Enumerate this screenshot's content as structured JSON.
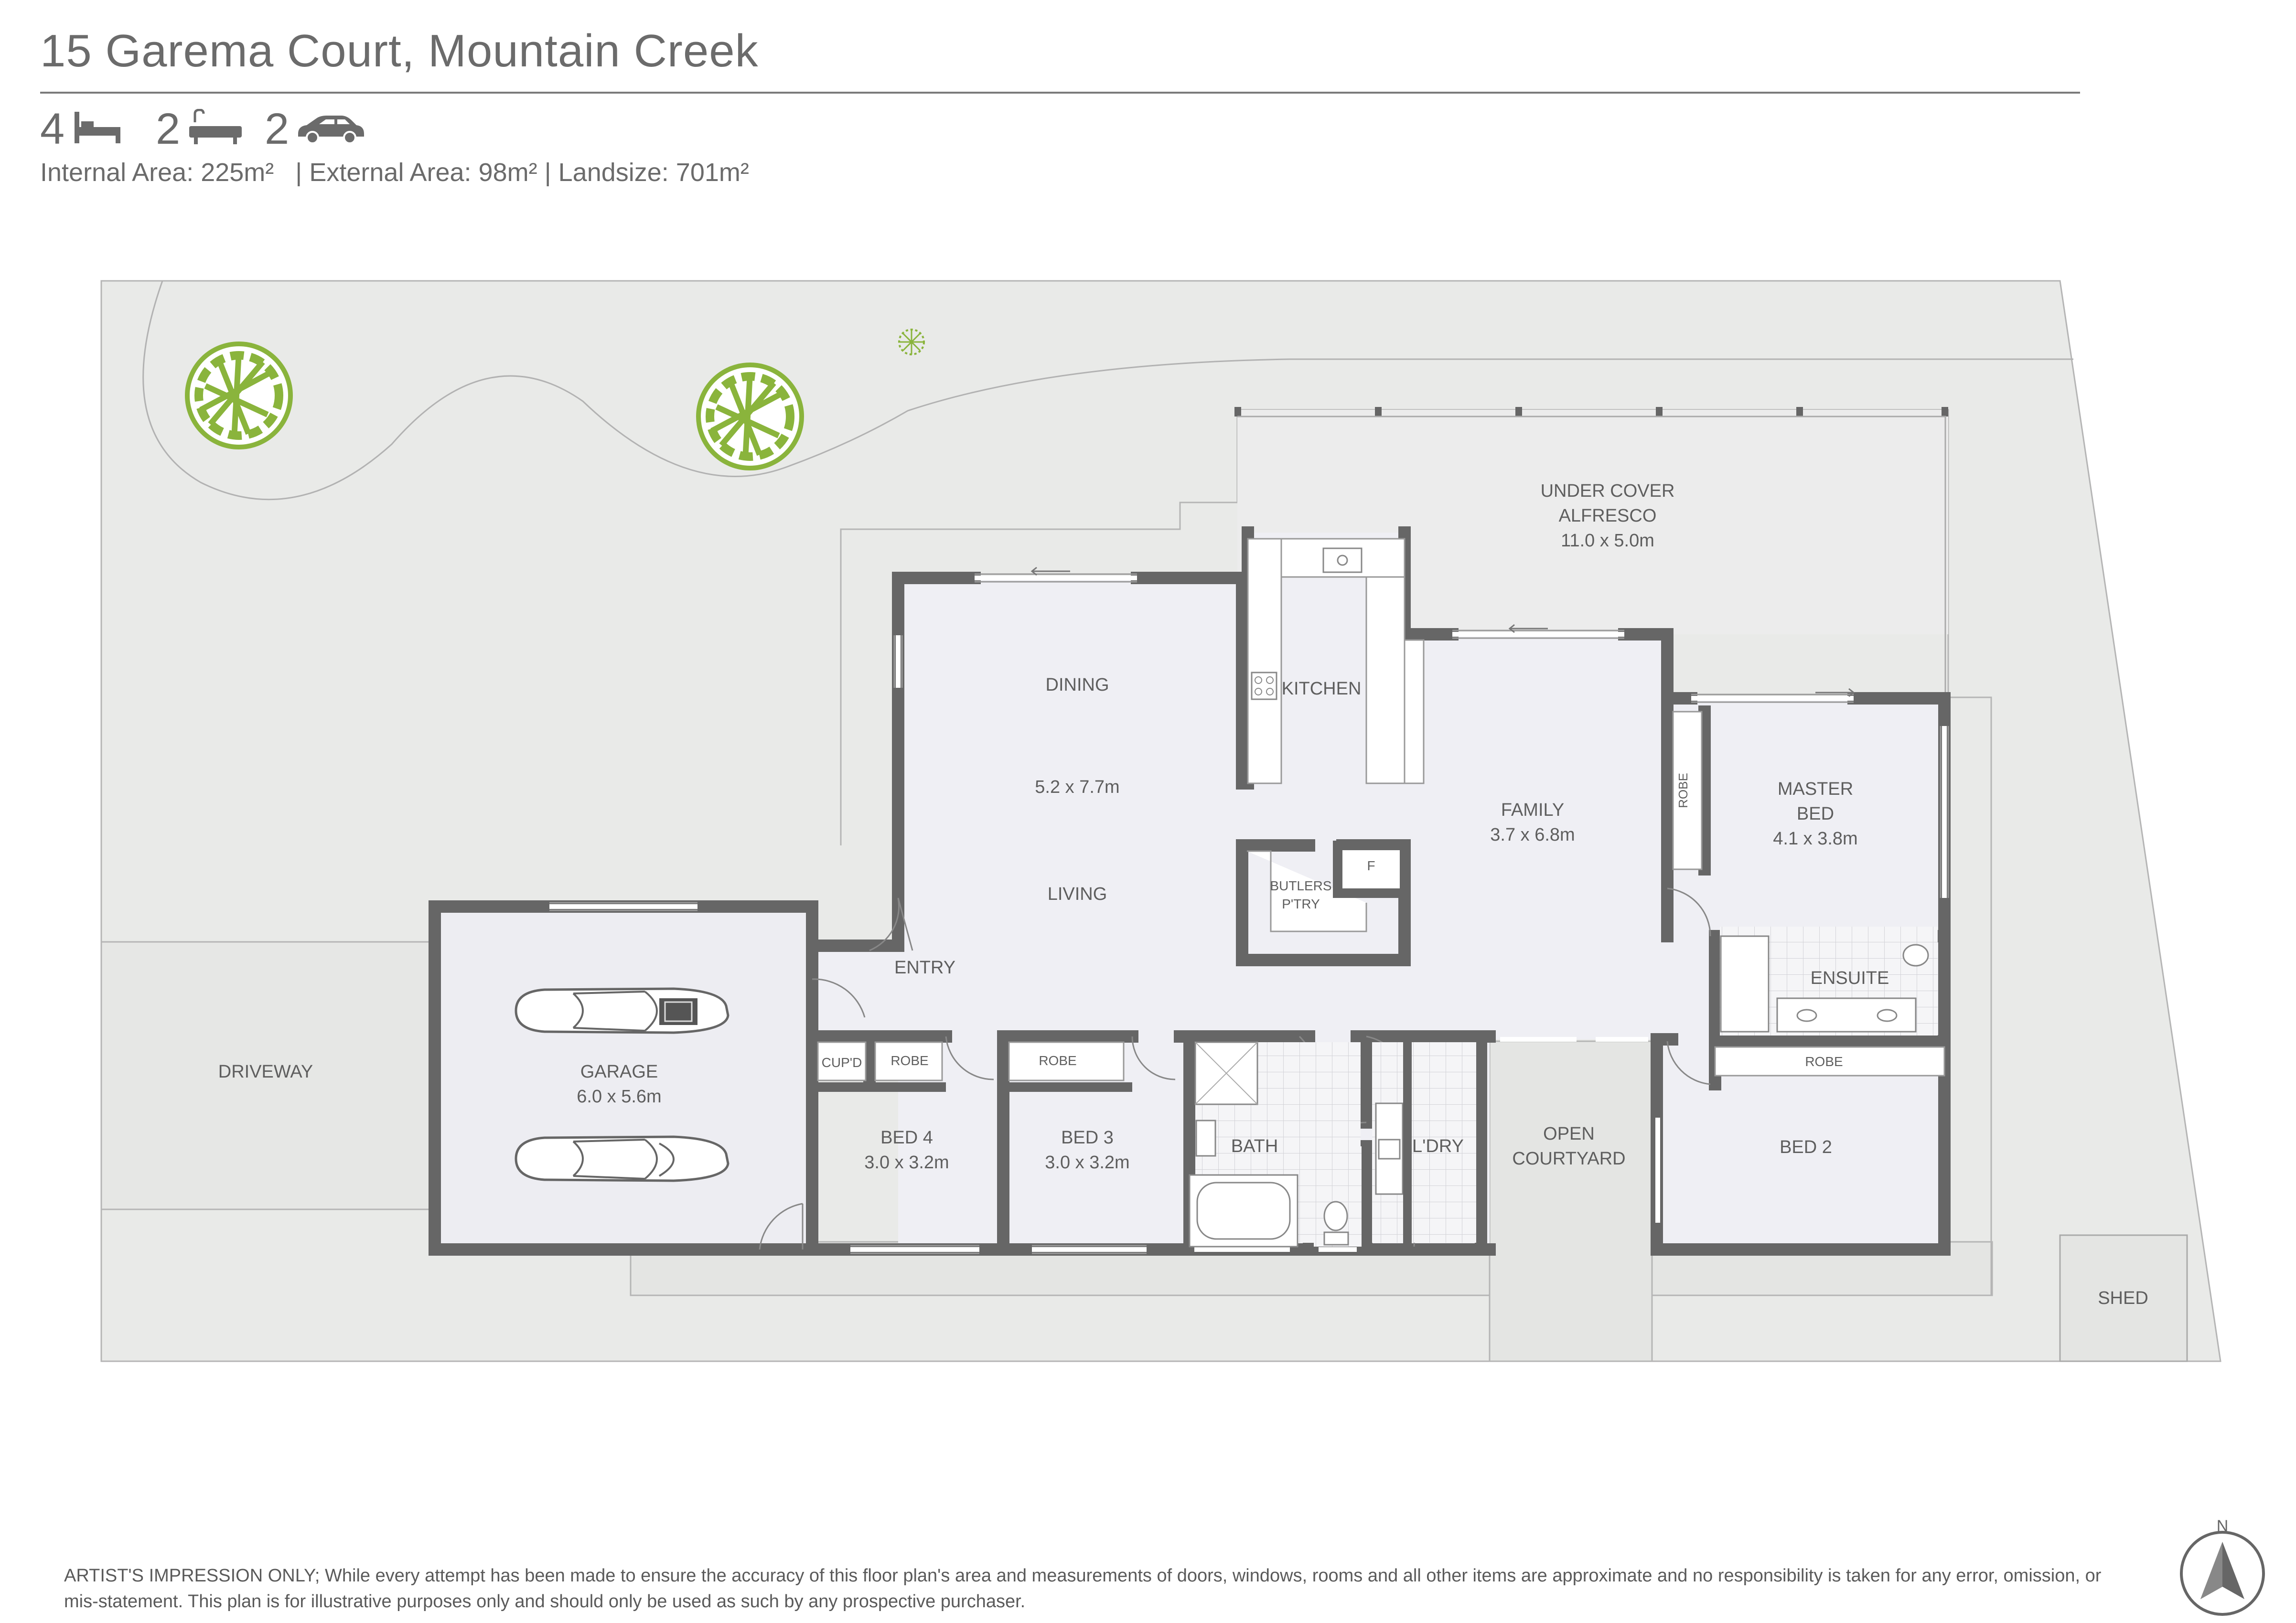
{
  "header": {
    "title": "15 Garema Court, Mountain Creek",
    "bedrooms": "4",
    "bathrooms": "2",
    "car_spaces": "2",
    "internal_area": "Internal Area: 225m²",
    "separator_1": "|",
    "external_area": "External Area: 98m²",
    "separator_2": "|",
    "land_size": "Landsize: 701m²"
  },
  "icons": {
    "bed": "bed-icon",
    "bath": "bath-icon",
    "car": "car-icon",
    "compass": "north-arrow-icon"
  },
  "colors": {
    "site": "#e9eae8",
    "interior": "#efeff4",
    "wall": "#666666",
    "outline": "#aaaaaa",
    "tree": "#8ab43c",
    "text": "#5e5e5e"
  },
  "rooms": {
    "alfresco": {
      "name_1": "UNDER COVER",
      "name_2": "ALFRESCO",
      "size": "11.0 x 5.0m"
    },
    "dining": {
      "name": "DINING",
      "size": "5.2 x 7.7m"
    },
    "living": {
      "name": "LIVING"
    },
    "kitchen": {
      "name": "KITCHEN"
    },
    "butlers": {
      "name_1": "BUTLERS",
      "name_2": "P'TRY"
    },
    "fridge": {
      "name": "F"
    },
    "family": {
      "name": "FAMILY",
      "size": "3.7 x 6.8m"
    },
    "master": {
      "name_1": "MASTER",
      "name_2": "BED",
      "size": "4.1 x 3.8m"
    },
    "master_robe": {
      "name": "ROBE"
    },
    "ensuite": {
      "name": "ENSUITE"
    },
    "entry": {
      "name": "ENTRY"
    },
    "garage": {
      "name": "GARAGE",
      "size": "6.0 x 5.6m"
    },
    "driveway": {
      "name": "DRIVEWAY"
    },
    "cupboard": {
      "name": "CUP'D"
    },
    "bed4_robe": {
      "name": "ROBE"
    },
    "bed4": {
      "name": "BED 4",
      "size": "3.0 x 3.2m"
    },
    "bed3_robe": {
      "name": "ROBE"
    },
    "bed3": {
      "name": "BED 3",
      "size": "3.0 x 3.2m"
    },
    "bath": {
      "name": "BATH"
    },
    "laundry": {
      "name": "L'DRY"
    },
    "courtyard": {
      "name_1": "OPEN",
      "name_2": "COURTYARD"
    },
    "bed2_robe": {
      "name": "ROBE"
    },
    "bed2": {
      "name": "BED 2"
    },
    "shed": {
      "name": "SHED"
    }
  },
  "compass_label": "N",
  "disclaimer": "ARTIST'S IMPRESSION ONLY; While every attempt has been made to ensure the accuracy of this floor plan's area and measurements of doors, windows, rooms and all other items are approximate and no responsibility is taken for any error, omission, or mis-statement. This plan is for illustrative purposes only and should only be used as such by any prospective purchaser."
}
